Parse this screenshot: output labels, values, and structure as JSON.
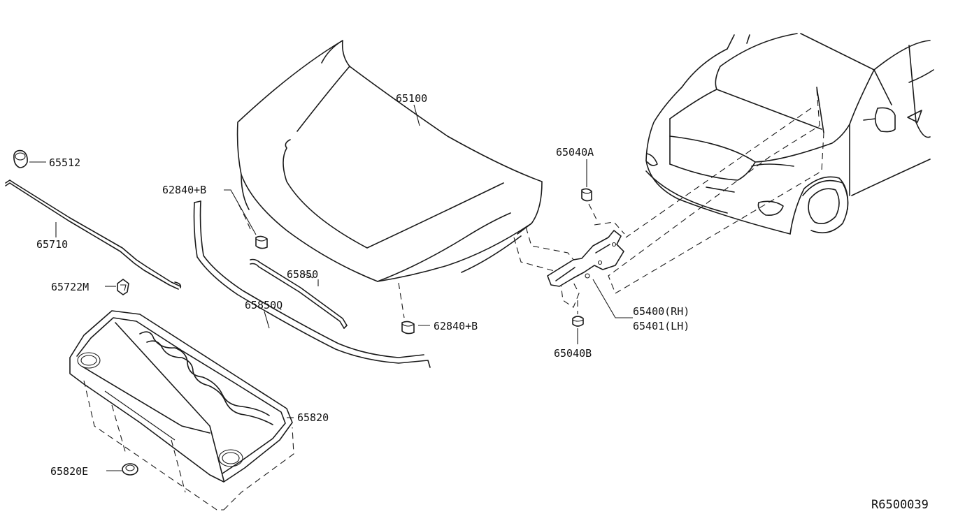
{
  "diagram": {
    "reference_code": "R6500039",
    "labels": {
      "hood": "65100",
      "hood_grommet": "65512",
      "hood_rod": "65710",
      "rod_clip": "65722M",
      "bumper_upper": "62840+B",
      "bumper_lower": "62840+B",
      "seal_front": "65850",
      "seal_rear": "65850Q",
      "insulator": "65820",
      "insulator_clip": "65820E",
      "hinge_bolt_upper": "65040A",
      "hinge_rh": "65400(RH)",
      "hinge_lh": "65401(LH)",
      "hinge_bolt_lower": "65040B"
    }
  }
}
